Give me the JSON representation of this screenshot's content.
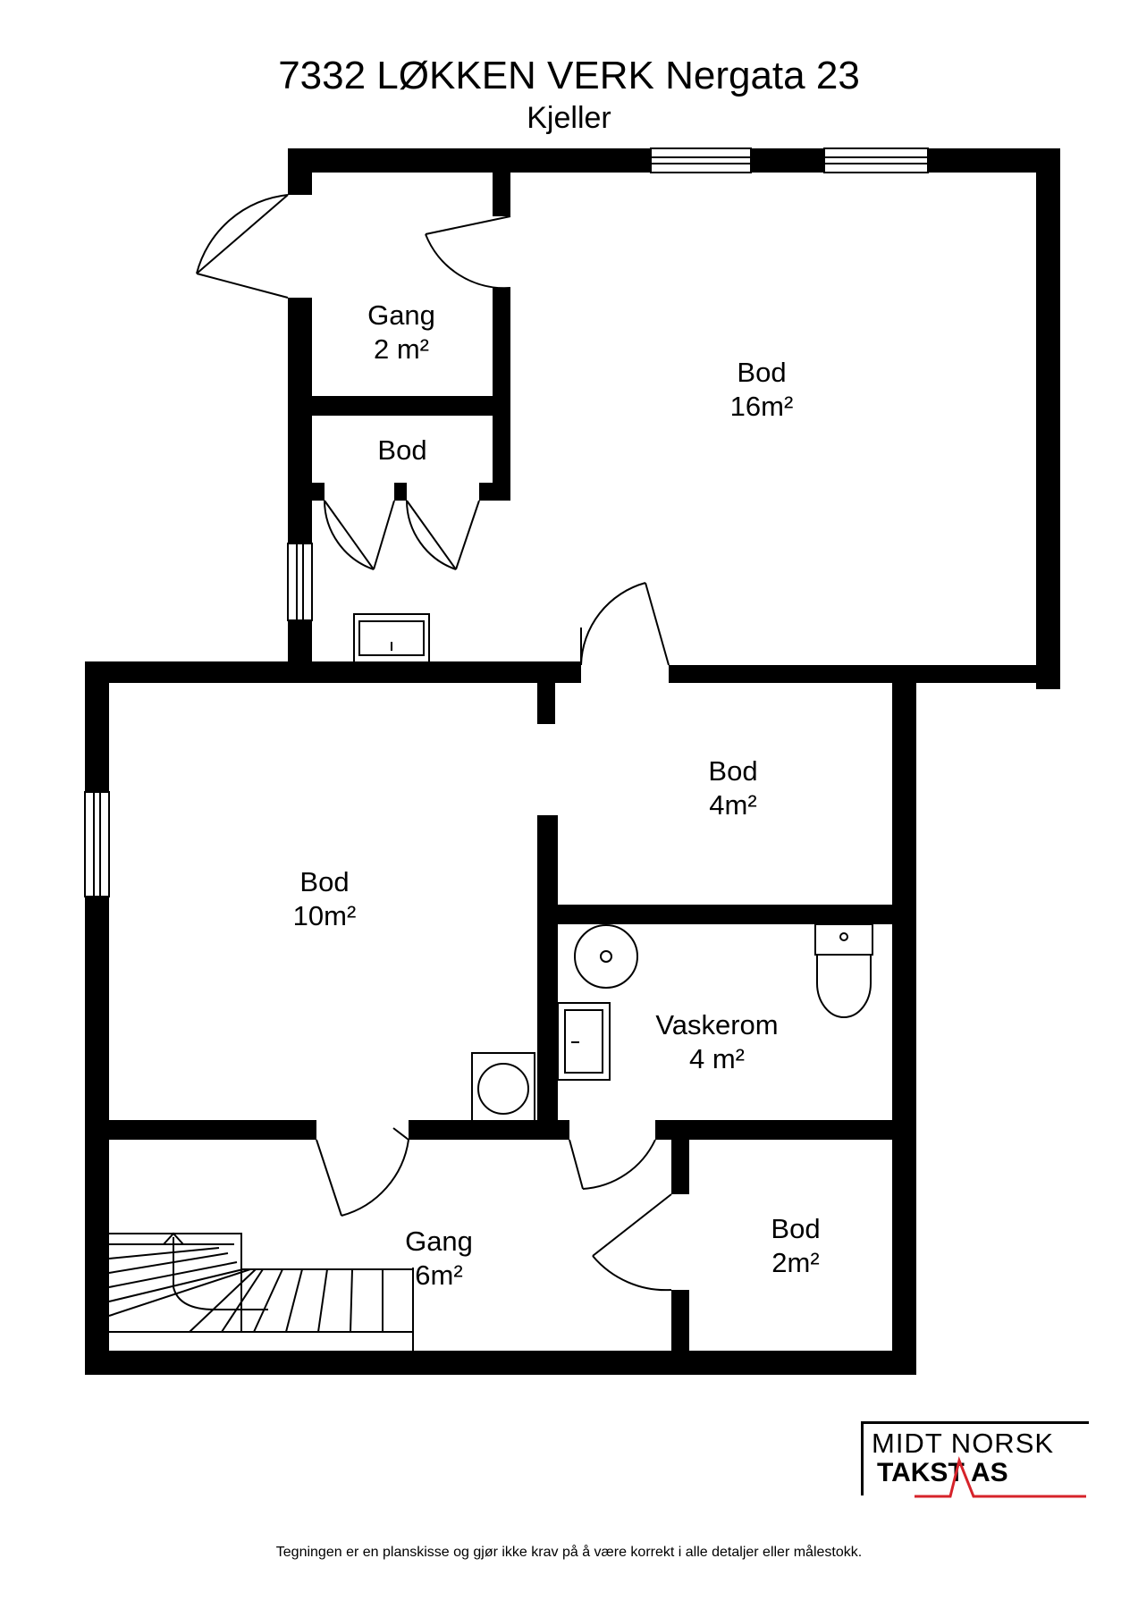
{
  "header": {
    "title": "7332 LØKKEN VERK Nergata 23",
    "floor": "Kjeller"
  },
  "rooms": [
    {
      "name": "Gang",
      "area": "2 m²"
    },
    {
      "name": "Bod",
      "area": "16m²"
    },
    {
      "name": "Bod",
      "area": ""
    },
    {
      "name": "Bod",
      "area": "4m²"
    },
    {
      "name": "Bod",
      "area": "10m²"
    },
    {
      "name": "Vaskerom",
      "area": "4 m²"
    },
    {
      "name": "Gang",
      "area": "6m²"
    },
    {
      "name": "Bod",
      "area": "2m²"
    }
  ],
  "logo": {
    "line1": "MIDT NORSK",
    "line2": "TAKST AS",
    "accent_color": "#d6232a"
  },
  "footer": {
    "disclaimer": "Tegningen er en planskisse og gjør ikke krav på å være korrekt i alle detaljer eller målestokk."
  }
}
